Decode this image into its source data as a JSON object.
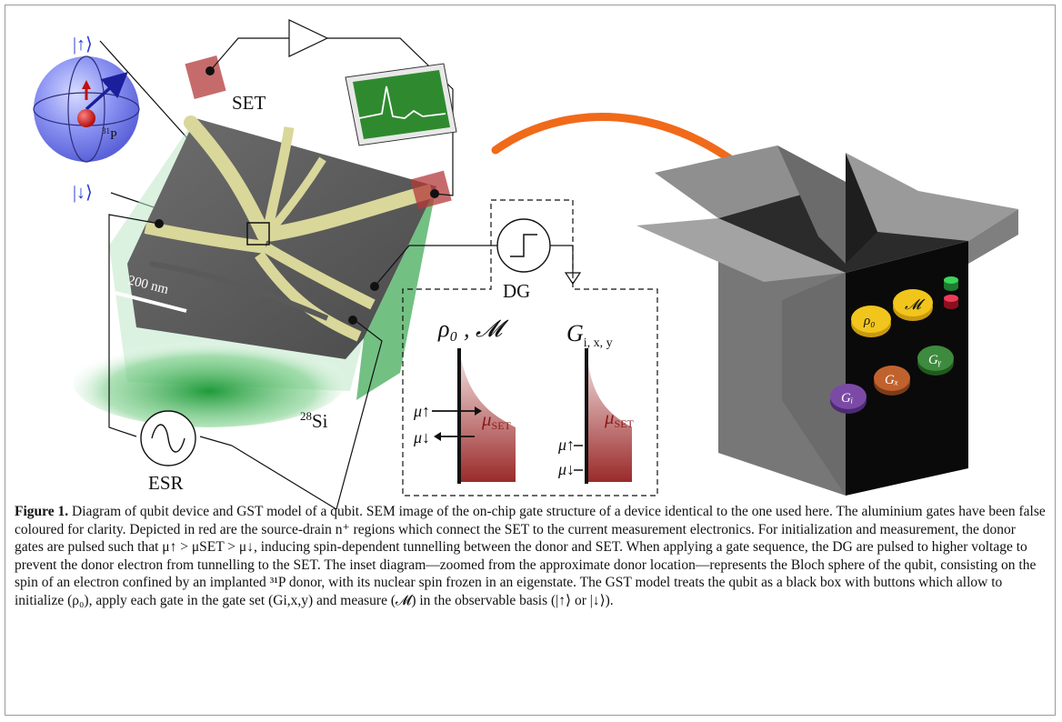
{
  "figure": {
    "labels": {
      "ket_up": "|↑⟩",
      "ket_down": "|↓⟩",
      "p31": "P",
      "p31_sup": "31",
      "set": "SET",
      "scale_bar": "200 nm",
      "si28": "Si",
      "si28_sup": "28",
      "esr": "ESR",
      "dg": "DG",
      "inset_left_title": "ρ₀ , 𝓜",
      "inset_right_title": "G",
      "inset_right_sub": "i, x, y",
      "mu_up": "μ↑",
      "mu_down": "μ↓",
      "mu_set": "μ",
      "mu_set_sub": "SET"
    },
    "buttons": [
      {
        "label": "ρ₀",
        "color": "#f2c51c"
      },
      {
        "label": "𝓜",
        "color": "#f2c51c"
      },
      {
        "label": "Gᵢ",
        "color": "#7b4aa6"
      },
      {
        "label": "Gₓ",
        "color": "#c0622e"
      },
      {
        "label": "Gᵧ",
        "color": "#3e8a3e"
      }
    ],
    "colors": {
      "gate_yellow": "#d9d79a",
      "contact_red": "#b33a3a",
      "arrow_orange": "#f06a1a",
      "box_gray": "#8a8a8a",
      "sphere_blue": "#7b84f0"
    }
  },
  "caption": {
    "label": "Figure 1.",
    "text": " Diagram of qubit device and GST model of a qubit. SEM image of the on-chip gate structure of a device identical to the one used here. The aluminium gates have been false coloured for clarity. Depicted in red are the source-drain n⁺ regions which connect the SET to the current measurement electronics. For initialization and measurement, the donor gates are pulsed such that μ↑ > μSET > μ↓, inducing spin-dependent tunnelling between the donor and SET. When applying a gate sequence, the DG are pulsed to higher voltage to prevent the donor electron from tunnelling to the SET. The inset diagram—zoomed from the approximate donor location—represents the Bloch sphere of the qubit, consisting on the spin of an electron confined by an implanted ³¹P donor, with its nuclear spin frozen in an eigenstate. The GST model treats the qubit as a black box with buttons which allow to initialize (ρ₀), apply each gate in the gate set (Gi,x,y) and measure (𝓜) in the observable basis (|↑⟩ or |↓⟩)."
  }
}
